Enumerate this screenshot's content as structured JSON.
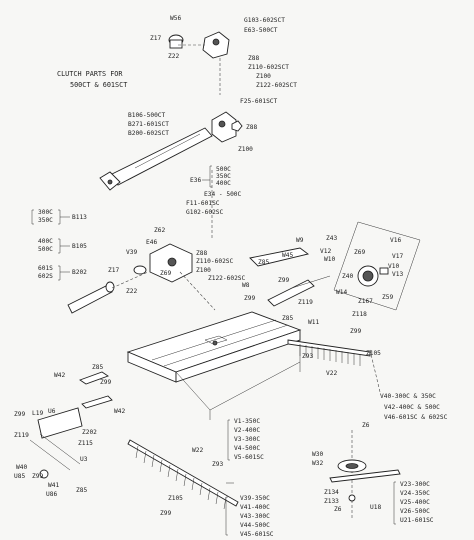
{
  "clutch_caption": {
    "line1": "CLUTCH PARTS FOR",
    "line2": "500CT & 601SCT"
  },
  "labels": {
    "w56": "W56",
    "z17a": "Z17",
    "z22a": "Z22",
    "g103": "G103-602SCT",
    "e63": "E63-500CT",
    "z88a": "Z88",
    "z110a": "Z110-602SCT",
    "z100a": "Z100",
    "z122a": "Z122-602SCT",
    "b106": "B106-500CT",
    "b271": "B271-601SCT",
    "b200": "B200-602SCT",
    "f25": "F25-601SCT",
    "z88b": "Z88",
    "z100b": "Z100",
    "e36": "E36",
    "e36_500": "500C",
    "e36_350": "350C",
    "e36_400": "400C",
    "e34": "E34 - 500C",
    "f11": "F11-601SC",
    "g102": "G102-602SC",
    "b113_a": "300C",
    "b113_b": "350C",
    "b113": "B113",
    "b105_a": "400C",
    "b105_b": "500C",
    "b105": "B105",
    "b202_a": "601S",
    "b202_b": "602S",
    "b202": "B202",
    "z62": "Z62",
    "e46": "E46",
    "v39": "V39",
    "z17b": "Z17",
    "z69a": "Z69",
    "z88c": "Z88",
    "z110b": "Z110-602SC",
    "z100c": "Z100",
    "z122b": "Z122-602SC",
    "z22b": "Z22",
    "w9": "W9",
    "z43": "Z43",
    "v12": "V12",
    "w10": "W10",
    "z85a": "Z85",
    "w45": "W45",
    "z99a": "Z99",
    "w8": "W8",
    "z99b": "Z99",
    "z85b": "Z85",
    "w11": "W11",
    "z119": "Z119",
    "z118": "Z118",
    "v16": "V16",
    "z69b": "Z69",
    "v17": "V17",
    "v10": "V10",
    "v13": "V13",
    "z40": "Z40",
    "w14": "W14",
    "z167": "Z167",
    "z59": "Z59",
    "z99c": "Z99",
    "z93a": "Z93",
    "z105a": "Z105",
    "v22": "V22",
    "w42a": "W42",
    "z85c": "Z85",
    "z99d": "Z99",
    "w42b": "W42",
    "v40": "V40-300C & 350C",
    "v42": "V42-400C & 500C",
    "v46": "V46-601SC & 602SC",
    "z99e": "Z99",
    "l19": "L19",
    "u6": "U6",
    "z119b": "Z119",
    "z202": "Z202",
    "z115": "Z115",
    "u3": "U3",
    "w40": "W40",
    "u85": "U85",
    "z99f": "Z99",
    "w41": "W41",
    "u86": "U86",
    "z85d": "Z85",
    "v1": "V1-350C",
    "v2": "V2-400C",
    "v3": "V3-300C",
    "v4": "V4-500C",
    "v5": "V5-601SC",
    "w22": "W22",
    "z93b": "Z93",
    "z105b": "Z105",
    "z99g": "Z99",
    "v39s": "V39-350C",
    "v41": "V41-400C",
    "v43": "V43-300C",
    "v44": "V44-500C",
    "v45": "V45-601SC",
    "z6a": "Z6",
    "w30": "W30",
    "w32": "W32",
    "v23": "V23-300C",
    "v24": "V24-350C",
    "v25": "V25-400C",
    "v26": "V26-500C",
    "u21": "U21-601SC",
    "z134": "Z134",
    "z133": "Z133",
    "z6b": "Z6",
    "u18": "U18"
  }
}
